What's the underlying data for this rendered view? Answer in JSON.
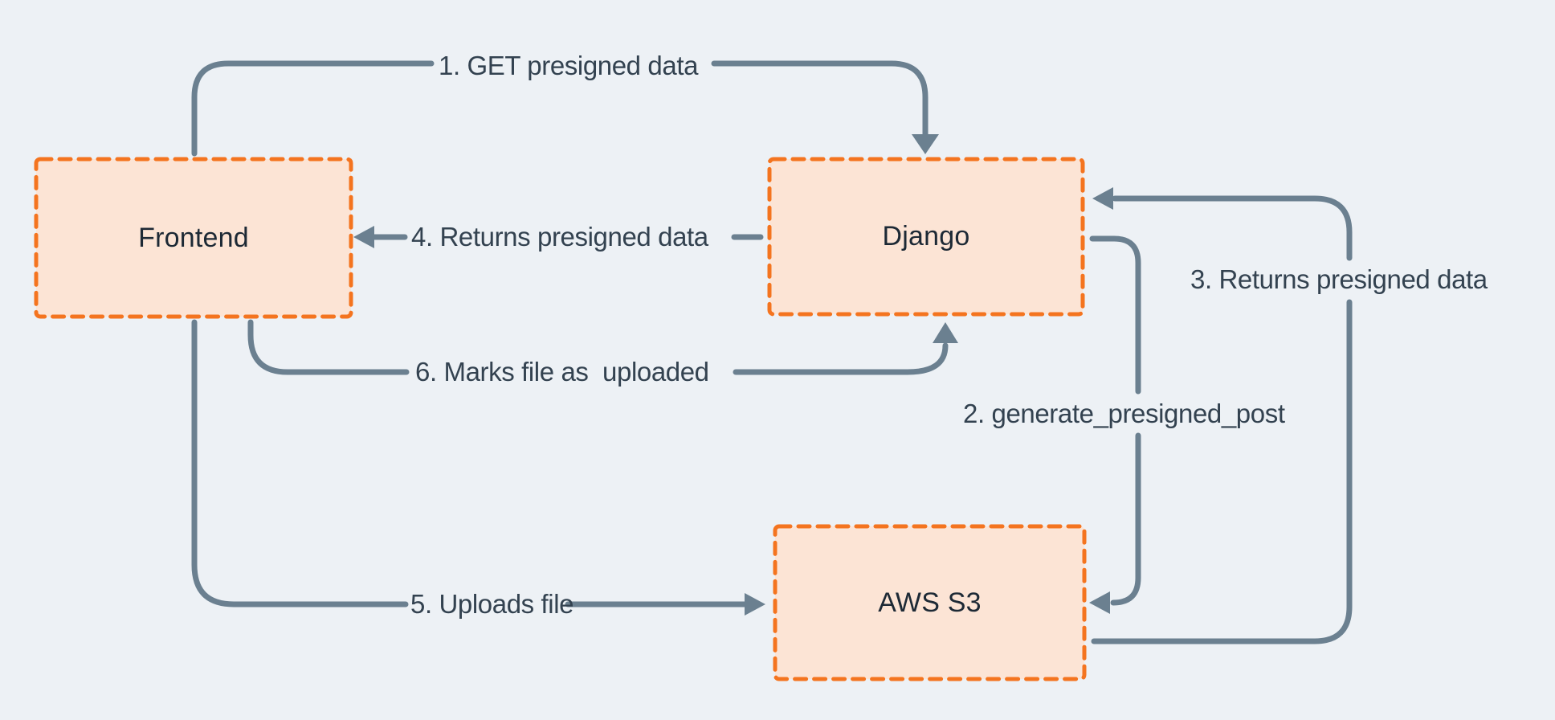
{
  "diagram": {
    "type": "flow-diagram",
    "colors": {
      "background": "#edf1f5",
      "node_fill": "#fce4d5",
      "node_border": "#f4741f",
      "arrow": "#6b8090",
      "edge_label_text": "#334250",
      "node_label_text": "#1d2935"
    },
    "nodes": [
      {
        "id": "frontend",
        "label": "Frontend"
      },
      {
        "id": "django",
        "label": "Django"
      },
      {
        "id": "aws-s3",
        "label": "AWS S3"
      }
    ],
    "edges": [
      {
        "id": "1",
        "from": "frontend",
        "to": "django",
        "label": "1. GET presigned data"
      },
      {
        "id": "2",
        "from": "django",
        "to": "aws-s3",
        "label": "2. generate_presigned_post"
      },
      {
        "id": "3",
        "from": "aws-s3",
        "to": "django",
        "label": "3. Returns presigned data"
      },
      {
        "id": "4",
        "from": "django",
        "to": "frontend",
        "label": "4. Returns presigned data"
      },
      {
        "id": "5",
        "from": "frontend",
        "to": "aws-s3",
        "label": "5. Uploads file"
      },
      {
        "id": "6",
        "from": "frontend",
        "to": "django",
        "label": "6. Marks file as  uploaded"
      }
    ]
  }
}
